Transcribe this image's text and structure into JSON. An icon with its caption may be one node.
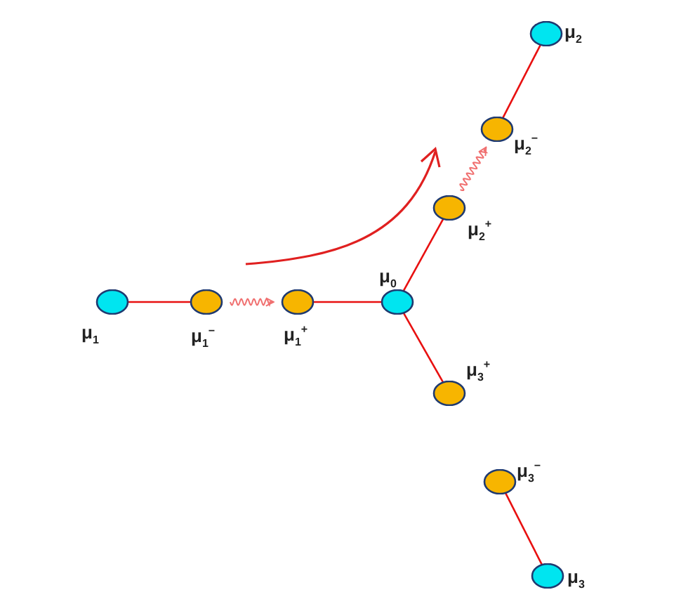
{
  "diagram": {
    "nodes": [
      {
        "text": [],
        "shape": "circle",
        "beside": [
          "μ$_{1}$"
        ]
      },
      {
        "text": [],
        "shape": "circle",
        "beside": [
          "μ$_{1}$$^{−}$"
        ]
      },
      {
        "text": [],
        "shape": "circle",
        "beside": [
          "μ$_{1}$$^{+}$"
        ]
      },
      {
        "text": [],
        "shape": "circle",
        "beside": [
          "μ$_{0}$"
        ]
      },
      {
        "text": [],
        "shape": "circle",
        "beside": [
          "μ$_{2}$$^{+}$"
        ]
      },
      {
        "text": [],
        "shape": "circle",
        "beside": [
          "μ$_{2}$$^{−}$"
        ]
      },
      {
        "text": [],
        "shape": "circle",
        "beside": [
          "μ$_{2}$"
        ]
      },
      {
        "text": [],
        "shape": "circle",
        "beside": [
          "μ$_{3}$$^{+}$"
        ]
      },
      {
        "text": [],
        "shape": "circle",
        "beside": [
          "μ$_{3}$$^{−}$"
        ]
      },
      {
        "text": [],
        "shape": "circle",
        "beside": [
          "μ$_{3}$"
        ]
      }
    ],
    "edges": [
      {
        "from": 0,
        "to": 1,
        "arrow": "none"
      },
      {
        "from": 1,
        "to": 2,
        "arrow": "to",
        "color": "#f07070"
      },
      {
        "from": 2,
        "to": 3,
        "arrow": "none"
      },
      {
        "from": 3,
        "to": 4,
        "arrow": "none"
      },
      {
        "from": 4,
        "to": 5,
        "arrow": "to",
        "color": "#f07070"
      },
      {
        "from": 5,
        "to": 6,
        "arrow": "none"
      },
      {
        "from": 3,
        "to": 7,
        "arrow": "none"
      },
      {
        "from": 8,
        "to": 9,
        "arrow": "none"
      }
    ]
  }
}
